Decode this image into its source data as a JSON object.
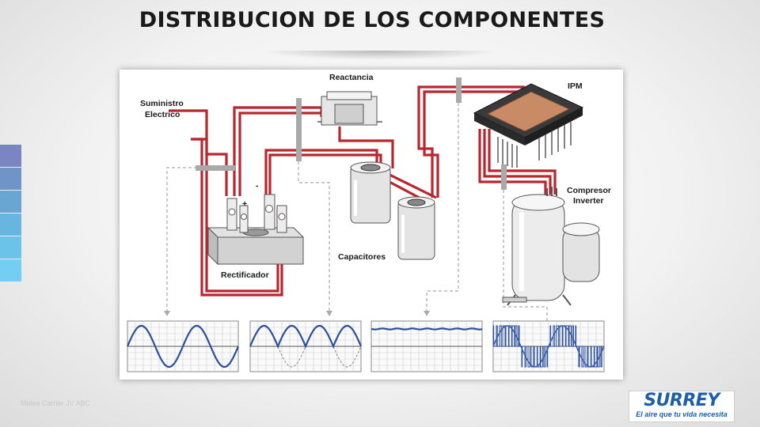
{
  "slide": {
    "title": "DISTRIBUCION DE LOS COMPONENTES",
    "footer": "Midea Carrier JV ABC"
  },
  "side_tabs": {
    "colors": [
      "#7a86c2",
      "#6f95c8",
      "#6aa6d4",
      "#68b6e0",
      "#6cc3ea",
      "#74cdf2"
    ]
  },
  "diagram": {
    "labels": {
      "supply": [
        "Suministro",
        "Electrico"
      ],
      "reactance": "Reactancia",
      "ipm": "IPM",
      "compressor": [
        "Compresor",
        "Inverter"
      ],
      "capacitors": "Capacitores",
      "rectifier": "Rectificador",
      "plus": "+",
      "minus": "-"
    },
    "wire_color": "#b8262e",
    "waveforms": [
      "ac-sine",
      "full-wave-rectified",
      "dc-flat",
      "pwm-inverter"
    ]
  },
  "logo": {
    "brand": "SURREY",
    "tagline": "El aire que tu vida necesita",
    "color": "#1d5fa8"
  }
}
